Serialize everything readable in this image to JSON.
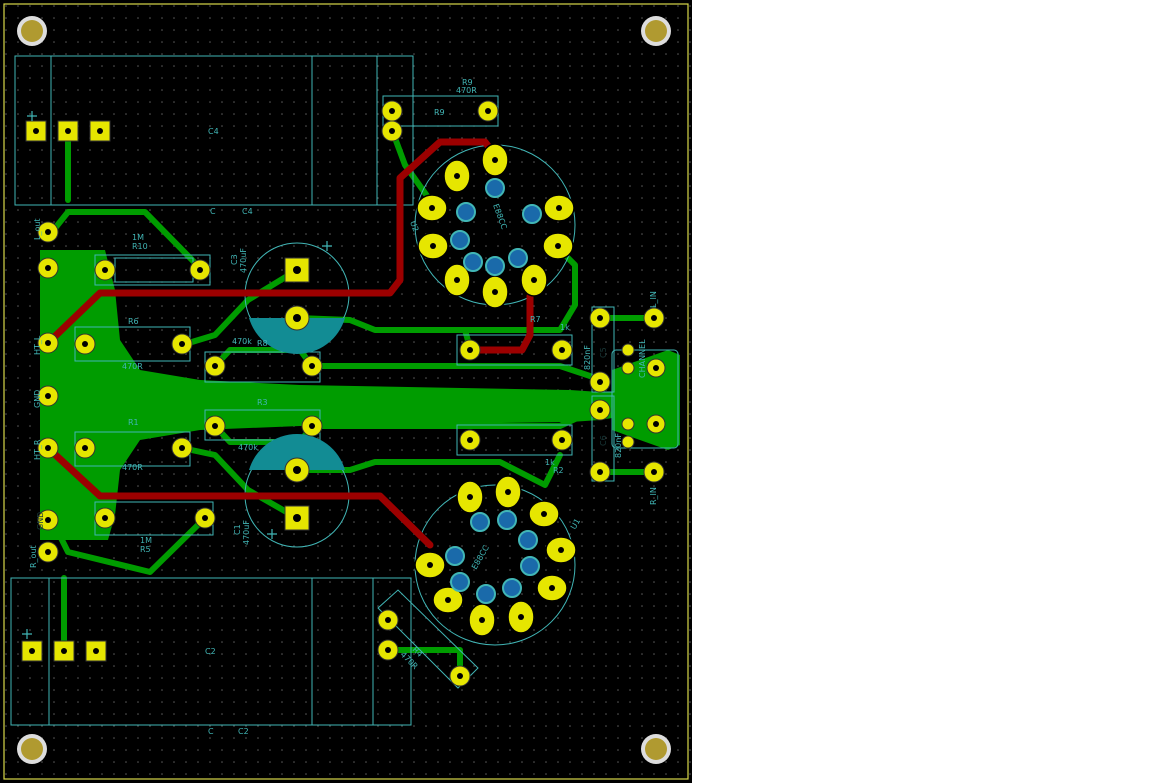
{
  "colors": {
    "background": "#000000",
    "grid_dots": "#5a5a5a",
    "board_edge": "#d8d84a",
    "copper_bottom": "#009c00",
    "copper_top": "#9c0000",
    "pad": "#e6e600",
    "silkscreen": "#41b6b6",
    "mounting_hole": "#b09a30"
  },
  "components": {
    "c4": {
      "ref": "C4",
      "ref2": "C4",
      "value": "C"
    },
    "c2": {
      "ref": "C2",
      "ref2": "C2",
      "value": "C"
    },
    "r9": {
      "ref": "R9",
      "ref2": "R9",
      "value": "470R"
    },
    "r10": {
      "ref": "R10",
      "value": "1M"
    },
    "r6": {
      "ref": "R6",
      "value": "470R"
    },
    "r8": {
      "ref": "R8",
      "value": "470k"
    },
    "r3": {
      "ref": "R3",
      "value": "470k"
    },
    "r1": {
      "ref": "R1",
      "value": "470R"
    },
    "r5": {
      "ref": "R5",
      "value": "1M"
    },
    "r7": {
      "ref": "R7",
      "value": "1k"
    },
    "r2": {
      "ref": "R2",
      "value": "1k"
    },
    "r4": {
      "ref": "R4",
      "value": "470R"
    },
    "c3": {
      "ref": "C3",
      "value": "470uF"
    },
    "c1": {
      "ref": "C1",
      "value": "470uF"
    },
    "c5": {
      "ref": "C5",
      "value": "820nF"
    },
    "c6": {
      "ref": "C6",
      "value": "820nF"
    },
    "u2": {
      "ref": "U2",
      "value": "E88CC"
    },
    "u1": {
      "ref": "U1",
      "value": "E88CC"
    },
    "c7": {
      "ref": "C7",
      "value": "CHANNEL"
    }
  },
  "connectors": {
    "l_out": "L_out",
    "r_out": "R_out",
    "l_in": "L_IN",
    "r_in": "R_IN",
    "ht_l": "HT_L",
    "ht_r": "HT_R",
    "ground": "GND",
    "pad_gnd": "GND"
  }
}
